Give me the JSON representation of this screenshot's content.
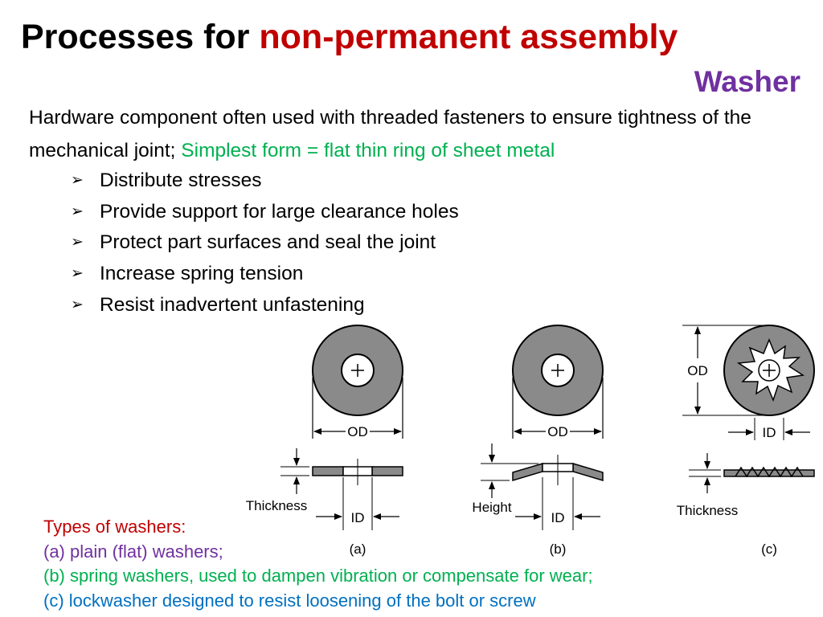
{
  "title": {
    "prefix": "Processes for ",
    "highlight": "non-permanent assembly"
  },
  "subtitle": "Washer",
  "intro": {
    "text": "Hardware component often used with threaded  fasteners to ensure tightness of the mechanical joint; ",
    "green_text": "Simplest form = flat thin ring of sheet metal"
  },
  "bullets": [
    "Distribute stresses",
    "Provide support for large clearance holes",
    "Protect part surfaces and seal the joint",
    "Increase spring tension",
    "Resist inadvertent unfastening"
  ],
  "figure": {
    "labels": {
      "od": "OD",
      "id": "ID",
      "thickness": "Thickness",
      "height": "Height",
      "a": "(a)",
      "b": "(b)",
      "c": "(c)"
    },
    "colors": {
      "washer_fill": "#8a8a8a",
      "line": "#000000"
    }
  },
  "types": {
    "heading": "Types of washers:",
    "a": "(a) plain (flat) washers;",
    "b": "(b) spring  washers, used to dampen vibration or compensate for wear;",
    "c": "(c) lockwasher designed to resist loosening of the bolt or screw"
  }
}
